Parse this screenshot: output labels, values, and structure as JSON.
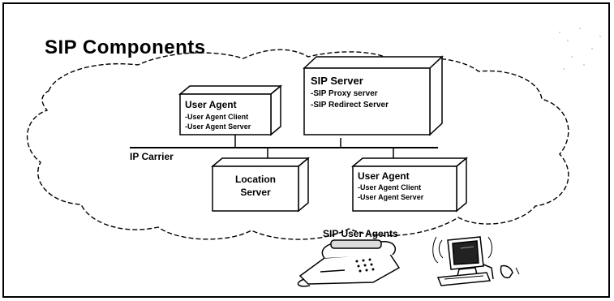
{
  "title": "SIP Components",
  "network_label": "IP Carrier",
  "nodes": {
    "user_agent_1": {
      "title": "User Agent",
      "items": [
        "-User Agent Client",
        "-User Agent Server"
      ]
    },
    "sip_server": {
      "title": "SIP Server",
      "items": [
        "-SIP Proxy server",
        "-SIP Redirect Server"
      ]
    },
    "location_server": {
      "line1": "Location",
      "line2": "Server"
    },
    "user_agent_2": {
      "title": "User Agent",
      "items": [
        "-User Agent Client",
        "-User Agent Server"
      ]
    }
  },
  "devices_label": "SIP User Agents"
}
